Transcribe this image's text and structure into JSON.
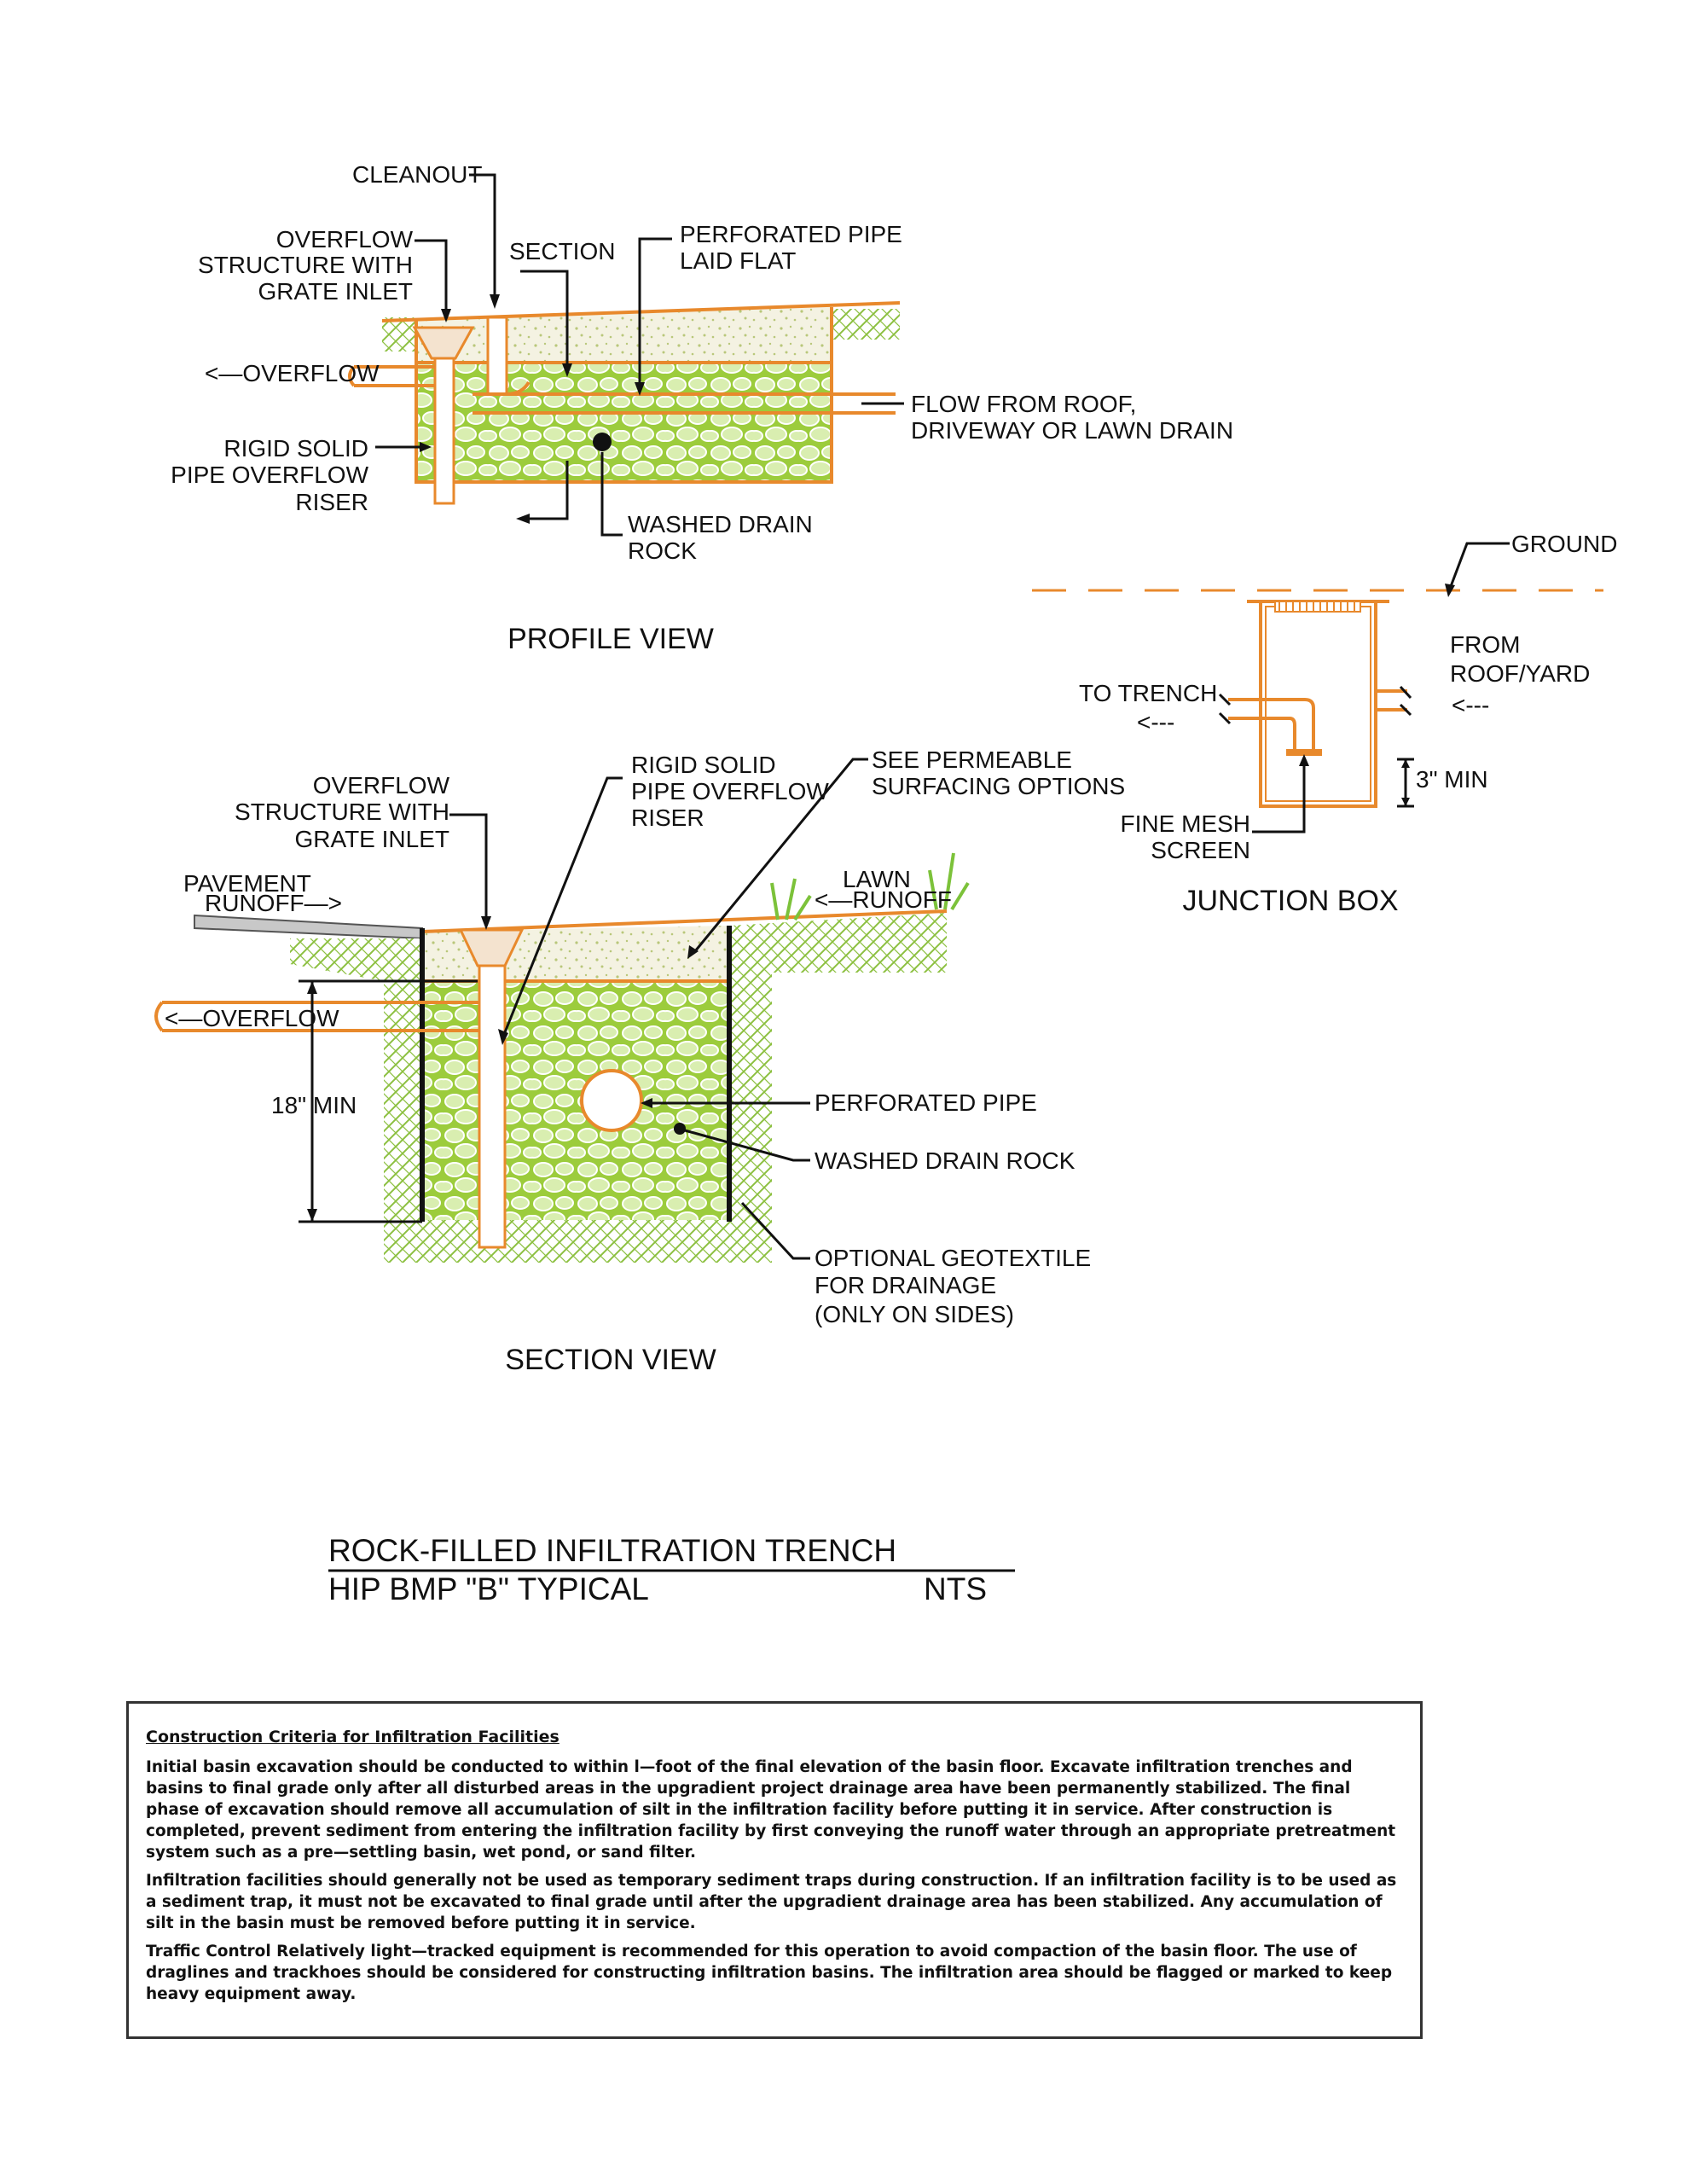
{
  "profile_view": {
    "title": "PROFILE VIEW",
    "labels": {
      "cleanout": "CLEANOUT",
      "overflow_structure": [
        "OVERFLOW",
        "STRUCTURE WITH",
        "GRATE INLET"
      ],
      "section": "SECTION",
      "perforated_pipe": [
        "PERFORATED PIPE",
        "LAID FLAT"
      ],
      "overflow": "<—OVERFLOW",
      "flow_from": [
        "FLOW FROM ROOF,",
        "DRIVEWAY OR LAWN DRAIN"
      ],
      "rigid_riser": [
        "RIGID SOLID",
        "PIPE OVERFLOW",
        "RISER"
      ],
      "washed_rock": [
        "WASHED DRAIN",
        "ROCK"
      ]
    }
  },
  "junction_box": {
    "title": "JUNCTION BOX",
    "labels": {
      "ground": "GROUND",
      "from_roof": [
        "FROM",
        "ROOF/YARD"
      ],
      "to_trench": "TO TRENCH",
      "arrow_left": "<---",
      "arrow_in": "<---",
      "min_3": "3\" MIN",
      "fine_mesh": [
        "FINE MESH",
        "SCREEN"
      ]
    }
  },
  "section_view": {
    "title": "SECTION VIEW",
    "labels": {
      "overflow_structure": [
        "OVERFLOW",
        "STRUCTURE WITH",
        "GRATE INLET"
      ],
      "rigid_riser": [
        "RIGID SOLID",
        "PIPE OVERFLOW",
        "RISER"
      ],
      "see_permeable": [
        "SEE PERMEABLE",
        "SURFACING OPTIONS"
      ],
      "pavement": [
        "PAVEMENT",
        "RUNOFF—>"
      ],
      "lawn": [
        "LAWN",
        "<—RUNOFF"
      ],
      "overflow": "<—OVERFLOW",
      "min_18": "18\" MIN",
      "perforated_pipe": "PERFORATED PIPE",
      "washed_rock": "WASHED DRAIN ROCK",
      "geotextile": [
        "OPTIONAL GEOTEXTILE",
        "FOR DRAINAGE",
        "(ONLY ON SIDES)"
      ]
    }
  },
  "title_block": {
    "title": "ROCK-FILLED INFILTRATION TRENCH",
    "subtitle": "HIP BMP \"B\"  TYPICAL",
    "scale": "NTS"
  },
  "notes": {
    "heading": "Construction Criteria for Infiltration Facilities",
    "paragraphs": [
      "Initial basin excavation should be conducted to within l—foot of the final elevation of the basin floor. Excavate infiltration trenches and basins to final grade only after all disturbed areas in the upgradient project drainage area have been permanently stabilized. The final phase of excavation should remove all accumulation of silt in the infiltration facility before putting it in service. After construction is completed, prevent sediment from entering the infiltration facility by first conveying the runoff water through an appropriate pretreatment system such as a pre—settling basin, wet pond, or sand filter.",
      "Infiltration facilities should generally not be used as temporary sediment traps during construction. If an infiltration facility is to be used as a sediment trap, it must not be excavated to final grade until after the upgradient drainage area has been stabilized. Any accumulation of silt in the basin must be removed before putting it in service.",
      "Traffic Control Relatively light—tracked equipment is recommended for this operation to avoid compaction of the basin floor. The use of draglines and trackhoes should be considered for constructing infiltration basins. The infiltration area should be flagged or marked to keep heavy equipment away."
    ]
  },
  "colors": {
    "rock_fill": "#9ccc3c",
    "pipe_orange": "#e8892c",
    "sand": "#f3f0df",
    "grass": "#7cc23a"
  }
}
